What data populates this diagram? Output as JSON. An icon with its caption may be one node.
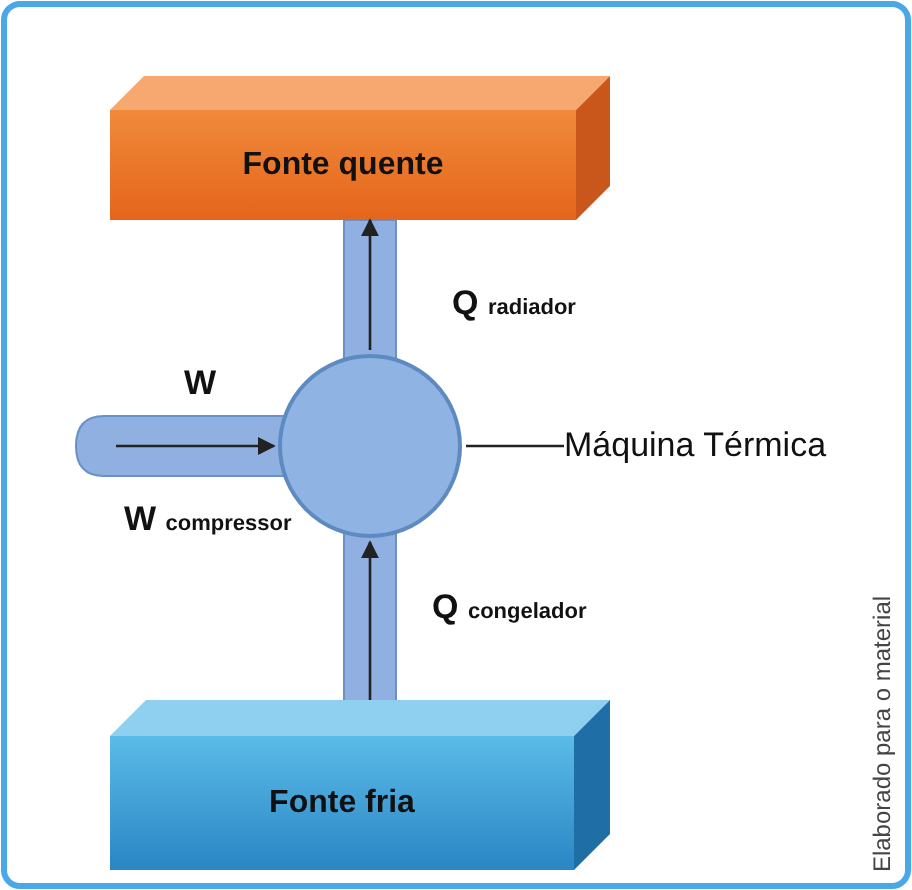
{
  "diagram": {
    "nodes": [
      {
        "text": [
          "Fonte quente"
        ]
      },
      {
        "text": [],
        "shape": "circle"
      },
      {
        "text": [
          "Fonte fria"
        ]
      },
      {
        "text": [
          "Máquina Térmica"
        ]
      }
    ],
    "edges": [
      {
        "from": 1,
        "to": 0,
        "arrow": "to",
        "label": "Q $_{radiador}$"
      },
      {
        "from": 2,
        "to": 1,
        "arrow": "to",
        "label": "Q $_{congelador}$"
      },
      {
        "from": null,
        "to": 1,
        "arrow": "to",
        "label": "W"
      },
      {
        "from": 3,
        "to": 1,
        "arrow": "none"
      }
    ],
    "labels": [
      "W $_{compressor}$",
      "Elaborado para o material"
    ]
  }
}
